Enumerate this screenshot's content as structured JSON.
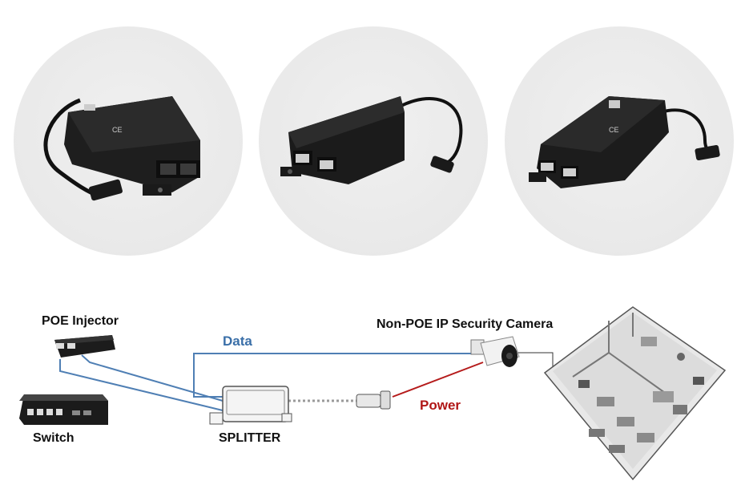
{
  "labels": {
    "poe_injector": "POE Injector",
    "switch": "Switch",
    "data": "Data",
    "splitter": "SPLITTER",
    "power": "Power",
    "camera": "Non-POE IP Security Camera"
  },
  "colors": {
    "data_line": "#4f7fb4",
    "power_line": "#b51b1b",
    "device_body": "#1c1c1c",
    "circle_bg": "#ebebeb"
  },
  "products": [
    {
      "name": "poe-splitter-product-1"
    },
    {
      "name": "poe-splitter-product-2"
    },
    {
      "name": "poe-splitter-product-3"
    }
  ]
}
